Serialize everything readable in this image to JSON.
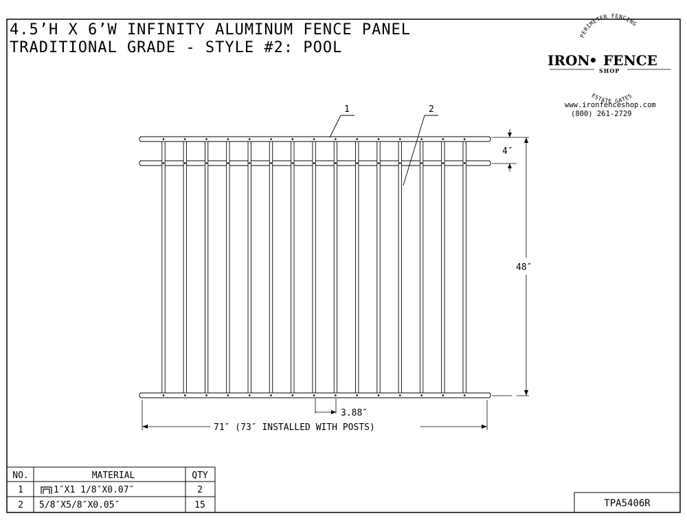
{
  "title": {
    "line1": "4.5’H X 6’W INFINITY ALUMINUM FENCE PANEL",
    "line2": "TRADITIONAL GRADE - STYLE #2: POOL"
  },
  "logo": {
    "arc_top": "PERIMETER FENCING",
    "brand_left": "IRON",
    "brand_dot": "•",
    "brand_right": "FENCE",
    "shop": "SHOP",
    "arc_bottom": "ESTATE GATES",
    "website": "www.ironfenceshop.com",
    "phone": "(800) 261-2729"
  },
  "drawing": {
    "callout_1": "1",
    "callout_2": "2",
    "dim_rail_gap": "4″",
    "dim_height": "48″",
    "dim_picket_spacing": "3.88″",
    "dim_width": "71″ (73″ INSTALLED WITH POSTS)",
    "picket_count": 15
  },
  "bom": {
    "headers": [
      "NO.",
      "MATERIAL",
      "QTY"
    ],
    "rows": [
      {
        "no": "1",
        "material": "1″X1 1/8″X0.07″",
        "qty": "2",
        "icon": "u-channel-icon"
      },
      {
        "no": "2",
        "material": "5/8″X5/8″X0.05″",
        "qty": "15",
        "icon": ""
      }
    ]
  },
  "part_number": "TPA5406R"
}
